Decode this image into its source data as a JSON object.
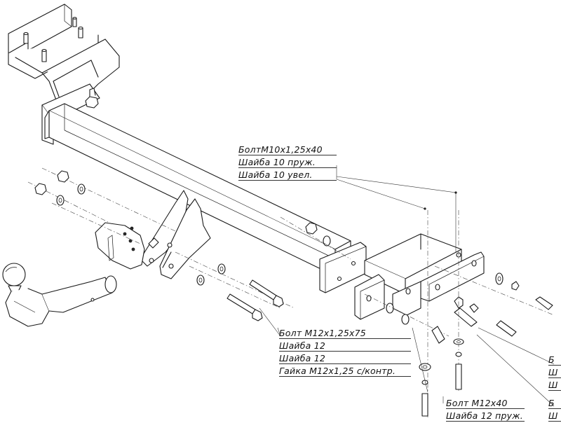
{
  "callouts": {
    "top": {
      "lines": [
        "БолтМ10х1,25х40",
        "Шайба 10 пруж.",
        "Шайба 10 увел."
      ]
    },
    "middle": {
      "lines": [
        "Болт М12х1,25х75",
        "Шайба 12",
        "Шайба 12",
        "Гайка М12х1,25 с/контр."
      ]
    },
    "bottom": {
      "lines": [
        "Болт М12х40",
        "Шайба 12 пруж."
      ]
    },
    "right_cut": {
      "lines": [
        "Б",
        "Ш",
        "Ш",
        "Б",
        "Ш"
      ]
    }
  }
}
